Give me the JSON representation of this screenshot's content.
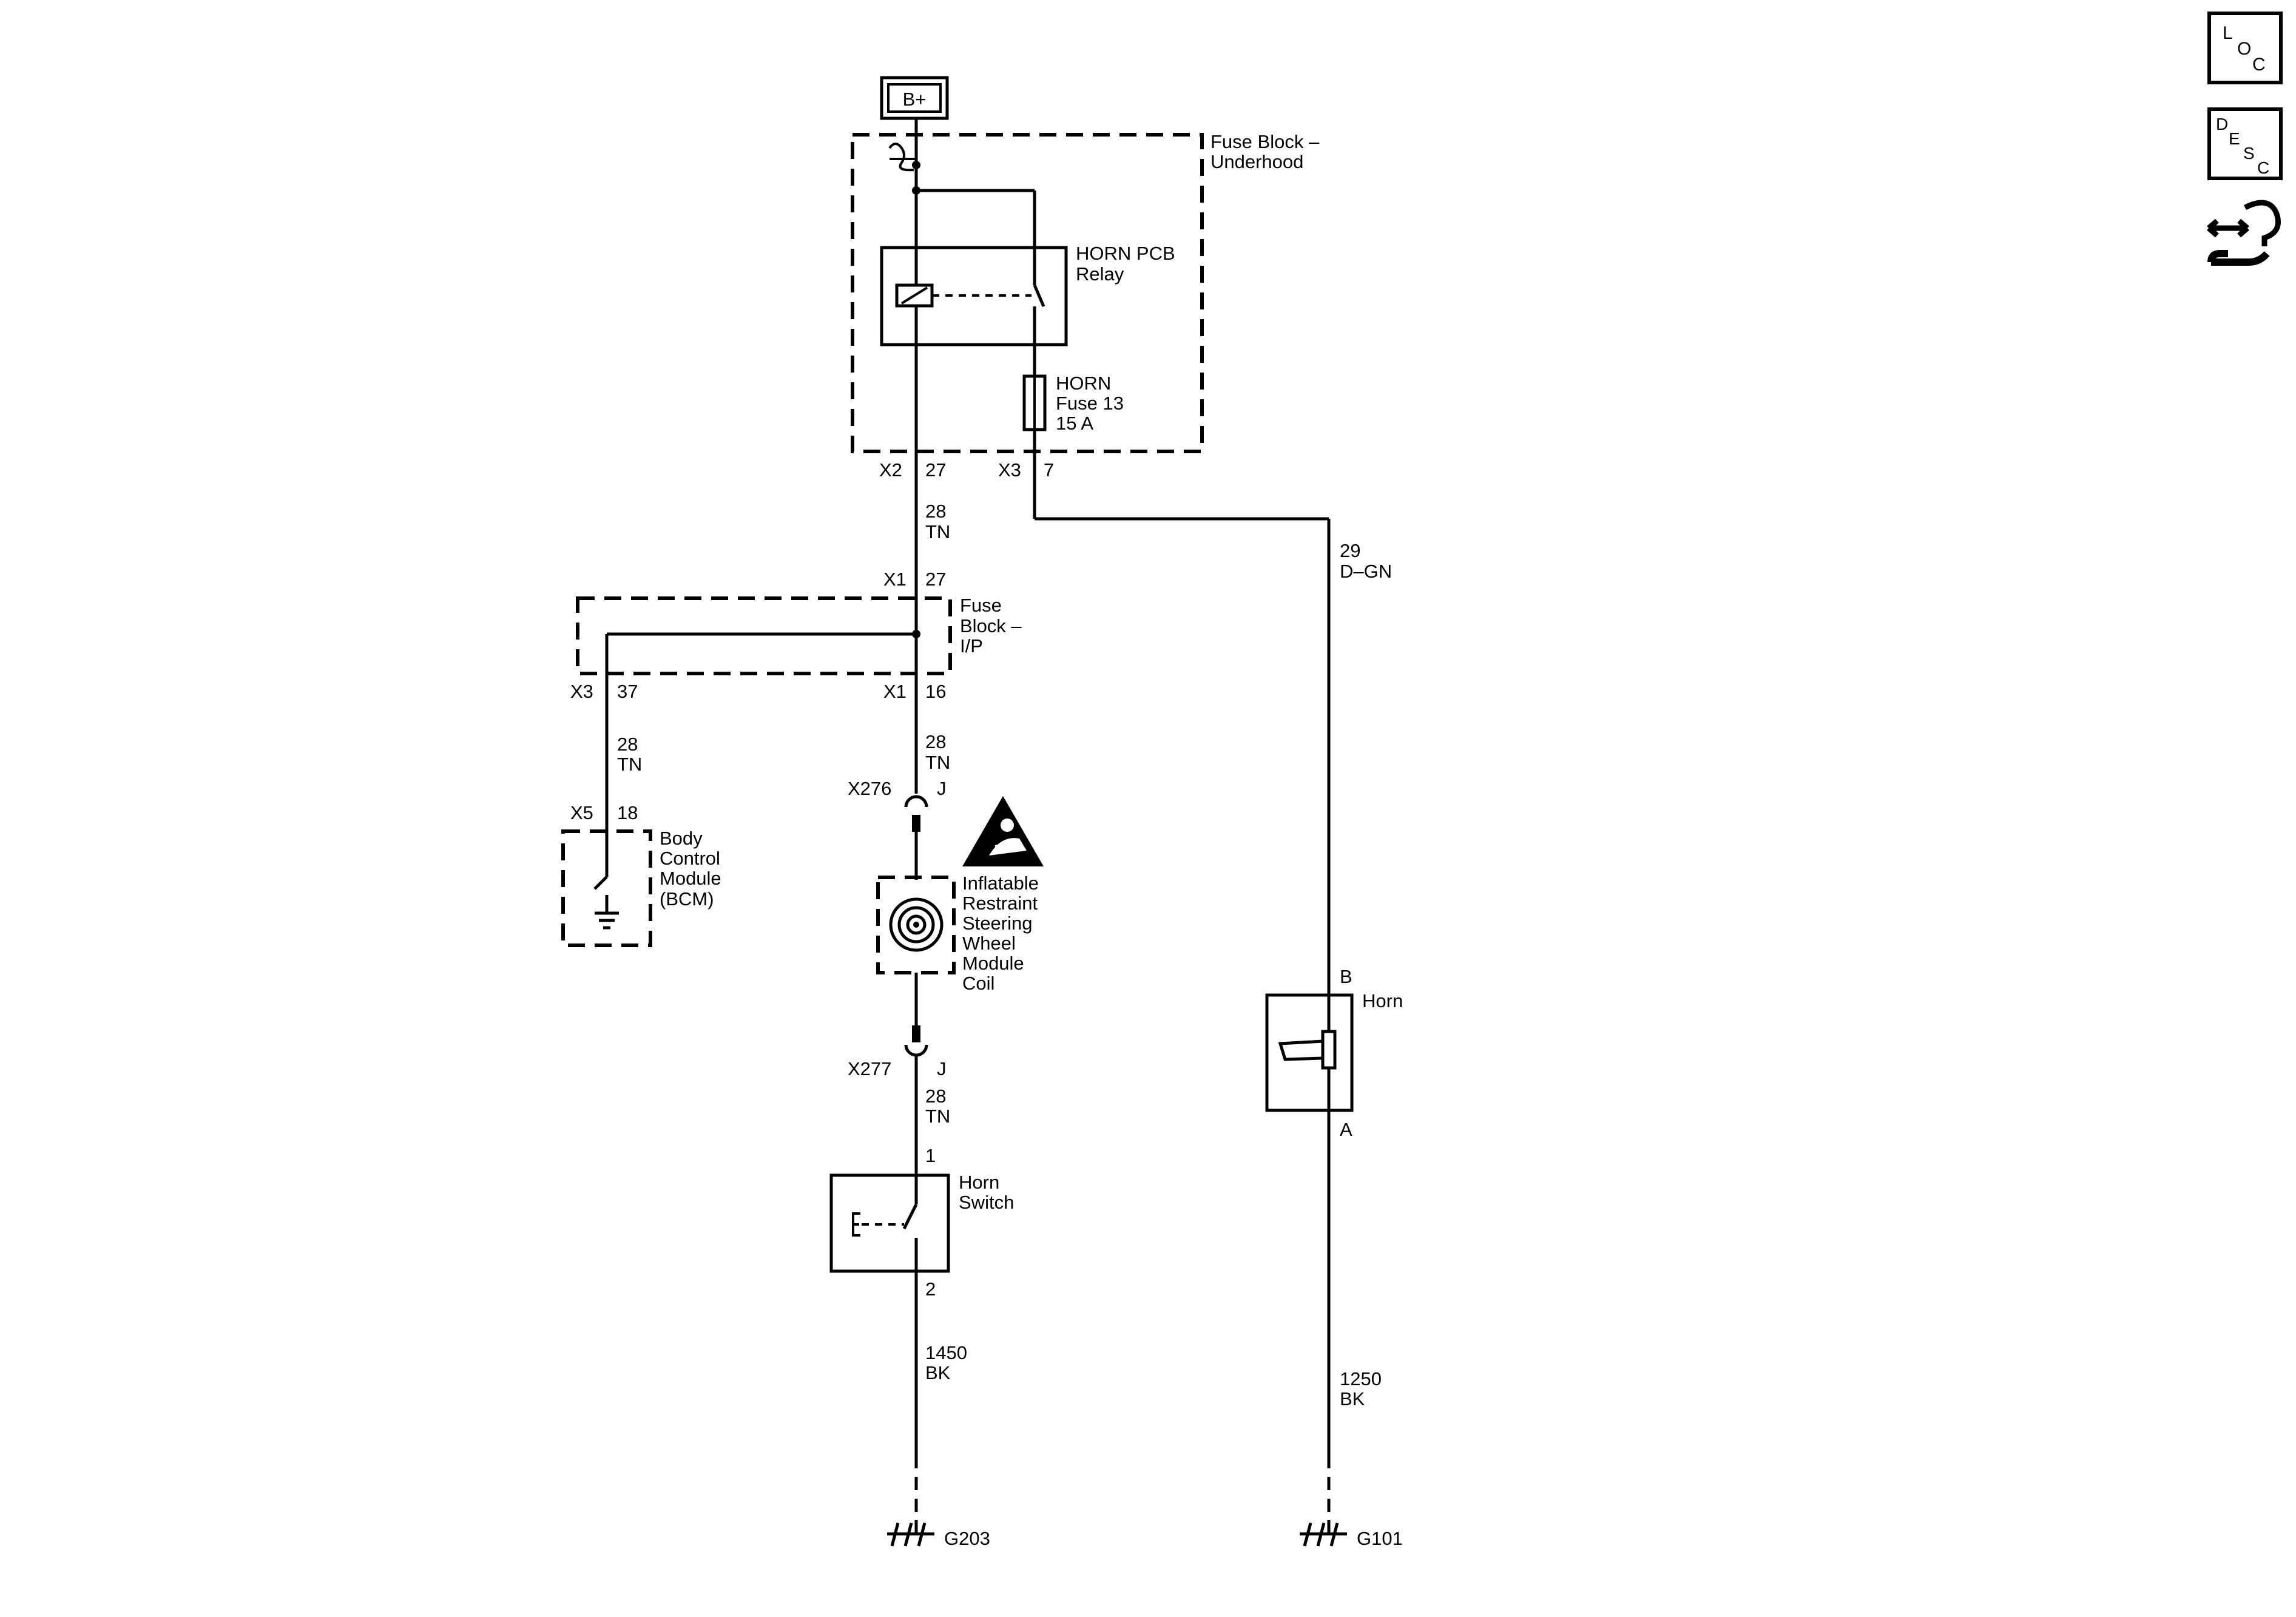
{
  "power": {
    "label": "B+"
  },
  "fuse_block_underhood": {
    "name_line1": "Fuse Block –",
    "name_line2": "Underhood",
    "relay_line1": "HORN PCB",
    "relay_line2": "Relay",
    "fuse_line1": "HORN",
    "fuse_line2": "Fuse 13",
    "fuse_line3": "15 A",
    "conn_left": "X2",
    "pin_left": "27",
    "conn_right": "X3",
    "pin_right": "7"
  },
  "wires": {
    "w1_gauge": "28",
    "w1_color": "TN",
    "w2_gauge": "29",
    "w2_color": "D–GN",
    "w3_gauge": "28",
    "w3_color": "TN",
    "w4_gauge": "28",
    "w4_color": "TN",
    "w5_gauge": "28",
    "w5_color": "TN",
    "w6_gauge": "1450",
    "w6_color": "BK",
    "w7_gauge": "1250",
    "w7_color": "BK"
  },
  "fuse_block_ip": {
    "name_line1": "Fuse",
    "name_line2": "Block –",
    "name_line3": "I/P",
    "in_conn": "X1",
    "in_pin": "27",
    "out_left_conn": "X3",
    "out_left_pin": "37",
    "out_right_conn": "X1",
    "out_right_pin": "16"
  },
  "bcm": {
    "conn": "X5",
    "pin": "18",
    "line1": "Body",
    "line2": "Control",
    "line3": "Module",
    "line4": "(BCM)"
  },
  "connectors": {
    "x276": "X276",
    "x276_pin": "J",
    "x277": "X277",
    "x277_pin": "J"
  },
  "steering_coil": {
    "line1": "Inflatable",
    "line2": "Restraint",
    "line3": "Steering",
    "line4": "Wheel",
    "line5": "Module",
    "line6": "Coil"
  },
  "horn_switch": {
    "line1": "Horn",
    "line2": "Switch",
    "pin_top": "1",
    "pin_bottom": "2"
  },
  "horn": {
    "label": "Horn",
    "pin_top": "B",
    "pin_bottom": "A"
  },
  "grounds": {
    "g203": "G203",
    "g101": "G101"
  },
  "side_icons": {
    "loc_l": "L",
    "loc_o": "O",
    "loc_c": "C",
    "desc_d": "D",
    "desc_e": "E",
    "desc_s": "S",
    "desc_c": "C"
  },
  "icons": [
    "airbag-warning-icon",
    "ground-icon",
    "service-info-icon"
  ]
}
